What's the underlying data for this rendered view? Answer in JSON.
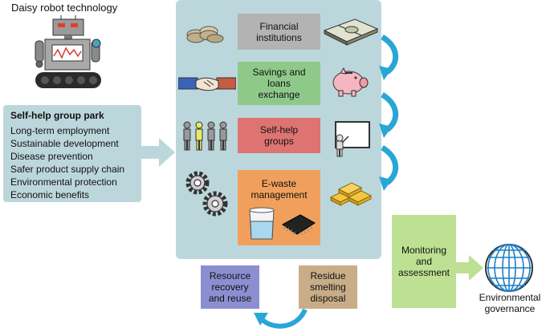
{
  "robot": {
    "title": "Daisy robot technology"
  },
  "park": {
    "title": "Self-help group park",
    "items": [
      "Long-term employment",
      "Sustainable development",
      "Disease prevention",
      "Safer product supply chain",
      "Environmental protection",
      "Economic benefits"
    ]
  },
  "flow": {
    "financial": "Financial institutions",
    "savings": "Savings and loans exchange",
    "self_help": "Self-help groups",
    "ewaste": "E-waste management",
    "resource": "Resource recovery and reuse",
    "residue": "Residue smelting disposal",
    "monitoring": "Monitoring and assessment",
    "governance": "Environmental governance"
  },
  "colors": {
    "panel": "#bcd7dc",
    "financial": "#b3b3b3",
    "savings": "#8ec98a",
    "self_help": "#dd7472",
    "ewaste": "#f0a05c",
    "resource": "#8b8fd1",
    "residue": "#c9ac88",
    "monitoring": "#bde093",
    "arrow": "#2aa6d6"
  },
  "icons": [
    "robot-icon",
    "coins-icon",
    "banknotes-icon",
    "handshake-icon",
    "piggy-bank-icon",
    "people-icon",
    "presenter-board-icon",
    "gears-icon",
    "gold-bars-icon",
    "beaker-icon",
    "microchip-icon",
    "globe-icon"
  ]
}
